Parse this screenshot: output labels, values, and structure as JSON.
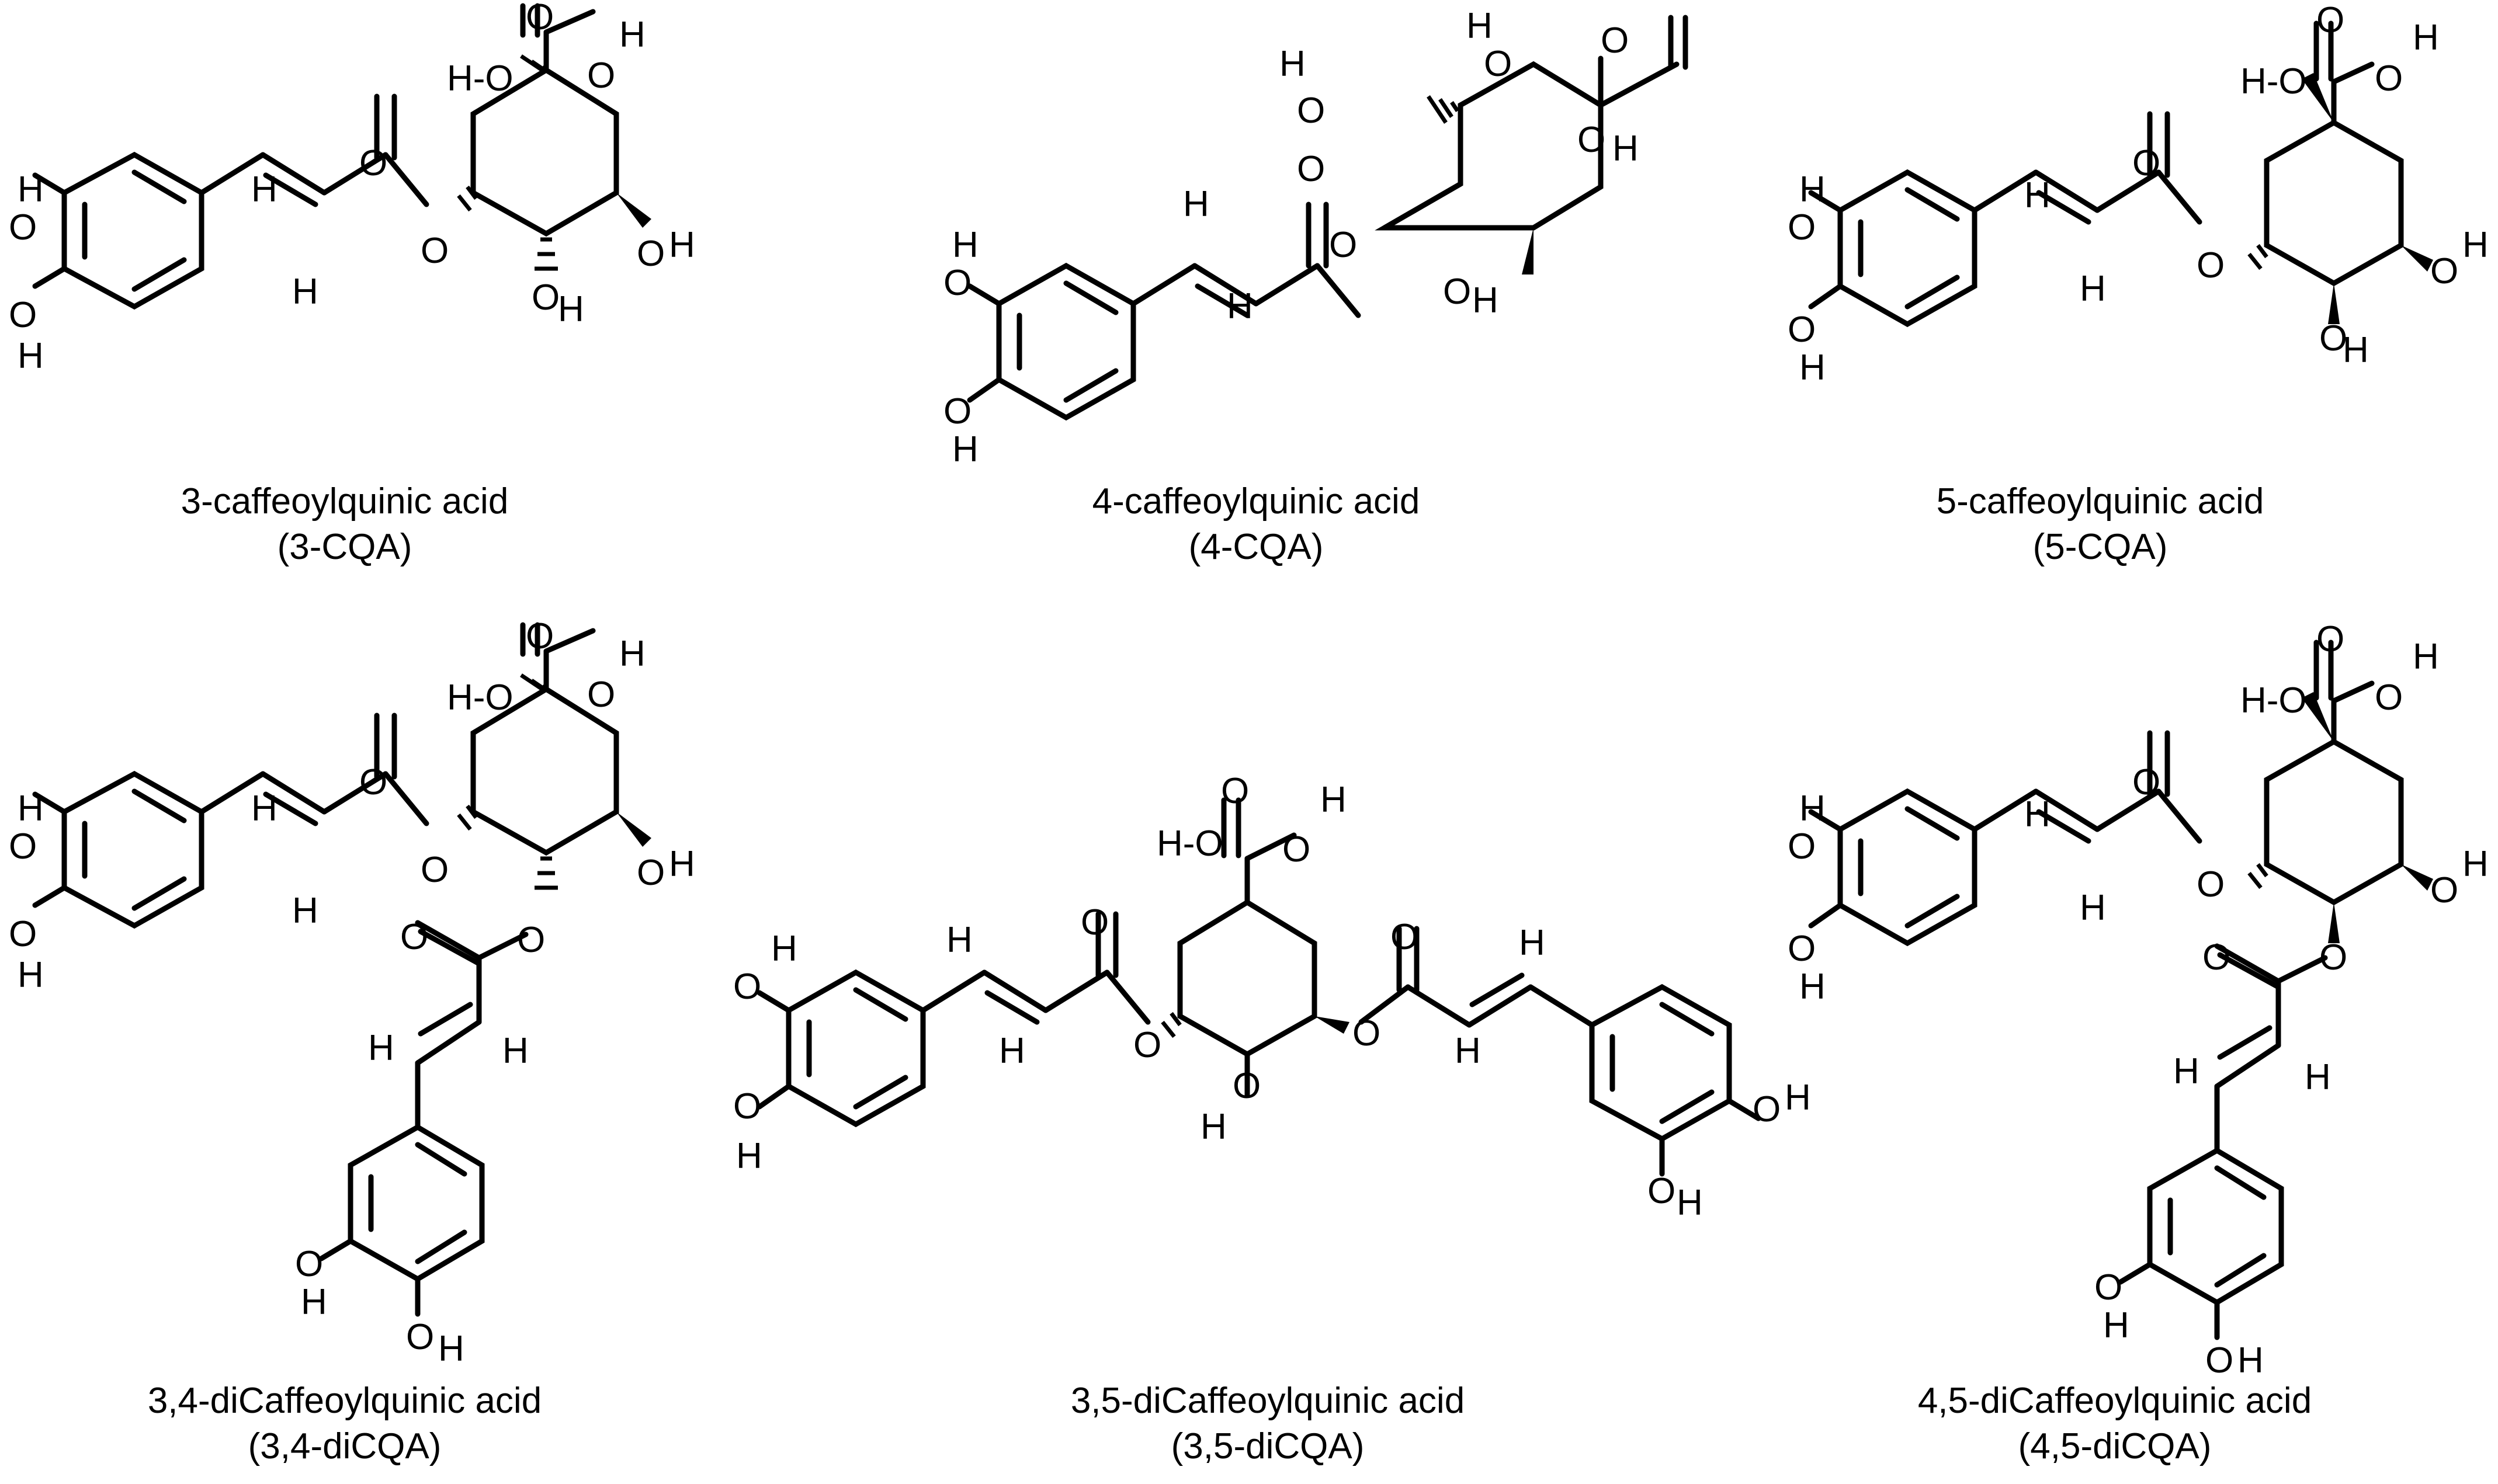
{
  "compounds": [
    {
      "name": "3-caffeoylquinic acid",
      "abbr": "(3-CQA)"
    },
    {
      "name": "4-caffeoylquinic acid",
      "abbr": "(4-CQA)"
    },
    {
      "name": "5-caffeoylquinic acid",
      "abbr": "(5-CQA)"
    },
    {
      "name": "3,4-diCaffeoylquinic acid",
      "abbr": "(3,4-diCQA)"
    },
    {
      "name": "3,5-diCaffeoylquinic acid",
      "abbr": "(3,5-diCQA)"
    },
    {
      "name": "4,5-diCaffeoylquinic acid",
      "abbr": "(4,5-diCQA)"
    }
  ],
  "atoms": {
    "H": "H",
    "O": "O",
    "HO": "H-O"
  },
  "stereo": {
    "wedge": "solid wedge",
    "hash": "hashed wedge"
  }
}
